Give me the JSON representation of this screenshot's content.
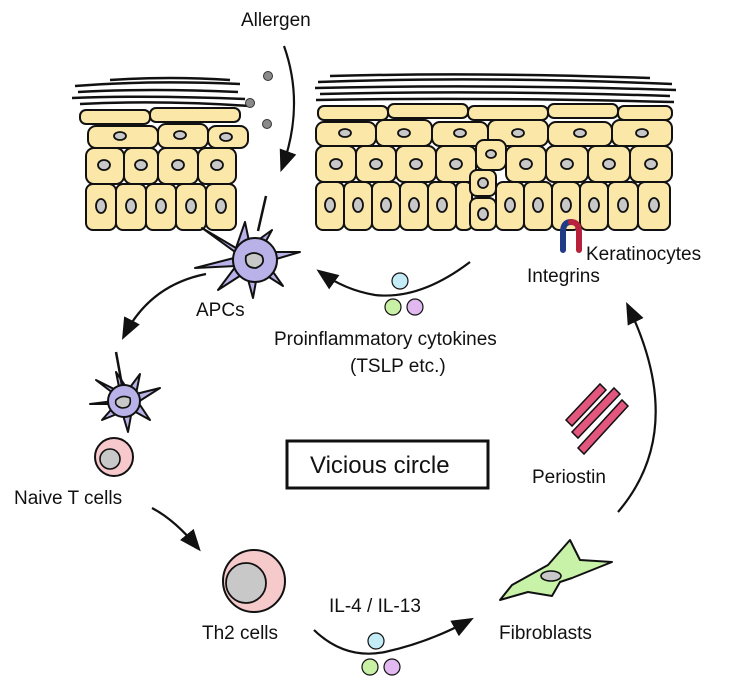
{
  "labels": {
    "allergen": "Allergen",
    "keratinocytes": "Keratinocytes",
    "integrins": "Integrins",
    "apcs": "APCs",
    "cytokines_line1": "Proinflammatory cytokines",
    "cytokines_line2": "(TSLP etc.)",
    "naive_t_cells": "Naive T cells",
    "vicious_circle": "Vicious circle",
    "periostin": "Periostin",
    "th2_cells": "Th2 cells",
    "il4_il13": "IL-4 / IL-13",
    "fibroblasts": "Fibroblasts"
  },
  "colors": {
    "cell_fill": "#fbe8a8",
    "cell_outline": "#111111",
    "nucleus": "#c8c8c8",
    "apc": "#b8b2e8",
    "naive_t": "#f7c9cc",
    "th2": "#f6c9cb",
    "fibroblast": "#c8f2a8",
    "cytokine_blue": "#c3ecf7",
    "cytokine_green": "#c9f1a6",
    "cytokine_pink": "#e2b8f0",
    "periostin": "#e3577e",
    "integrin_blue": "#223b86",
    "integrin_red": "#b7213b"
  }
}
